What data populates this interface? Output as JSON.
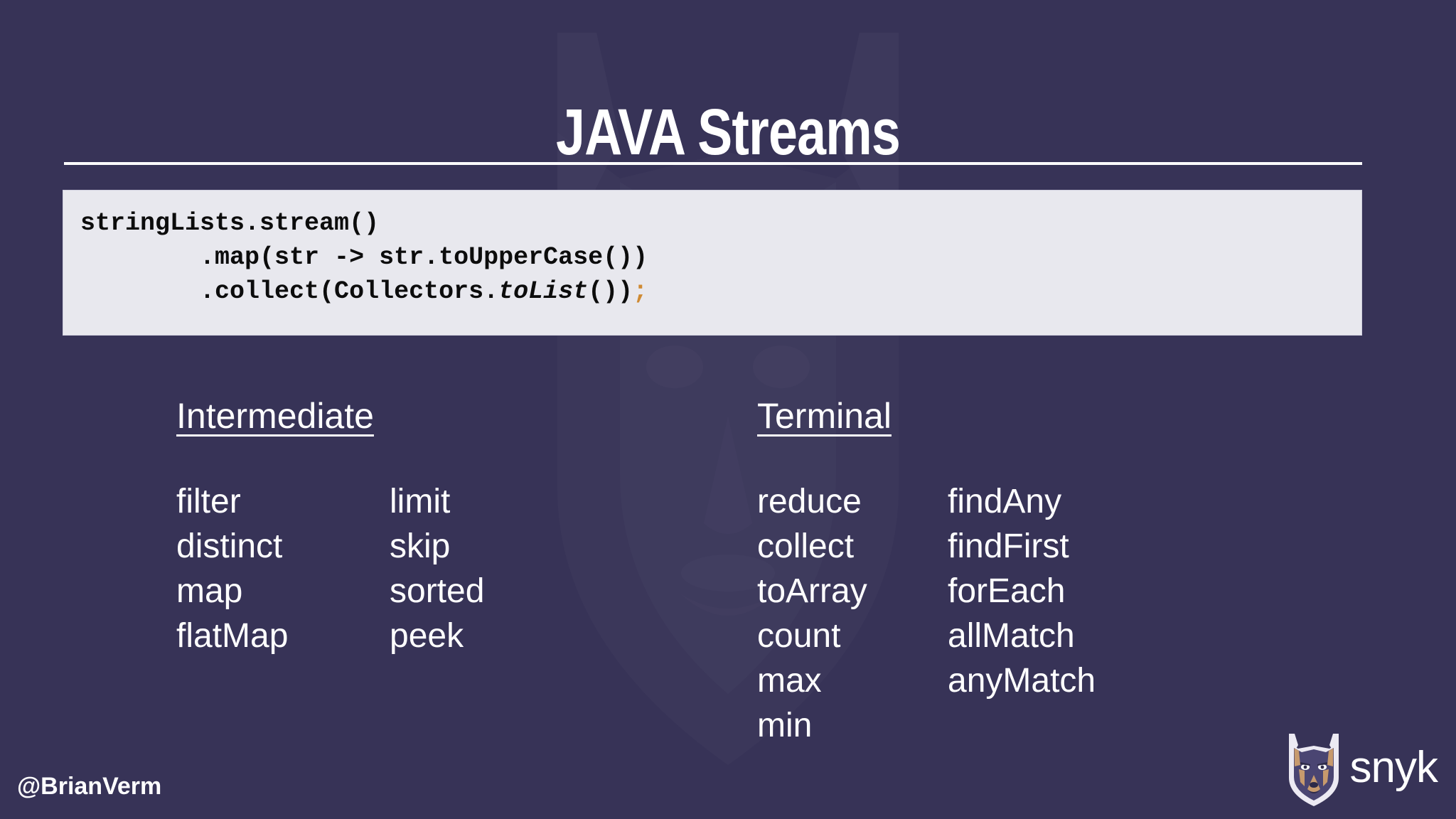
{
  "slide": {
    "title": "JAVA Streams",
    "background_color": "#373357",
    "accent_color": "#cf8a33",
    "text_color": "#ffffff",
    "code_background": "#e8e8ee"
  },
  "code": {
    "line1": "stringLists.stream()",
    "line2_indent": "        ",
    "line2": ".map(str -> str.toUpperCase())",
    "line3_indent": "        ",
    "line3_a": ".collect(Collectors.",
    "line3_italic": "toList",
    "line3_b": "())",
    "line3_semicolon": ";"
  },
  "groups": [
    {
      "heading": "Intermediate",
      "columns": [
        [
          "filter",
          "distinct",
          "map",
          "flatMap"
        ],
        [
          "limit",
          "skip",
          "sorted",
          "peek"
        ]
      ]
    },
    {
      "heading": "Terminal",
      "columns": [
        [
          "reduce",
          "collect",
          "toArray",
          "count",
          "max",
          "min"
        ],
        [
          "findAny",
          "findFirst",
          "forEach",
          "allMatch",
          "anyMatch"
        ]
      ]
    }
  ],
  "footer": {
    "handle": "@BrianVerm",
    "brand": "snyk"
  }
}
